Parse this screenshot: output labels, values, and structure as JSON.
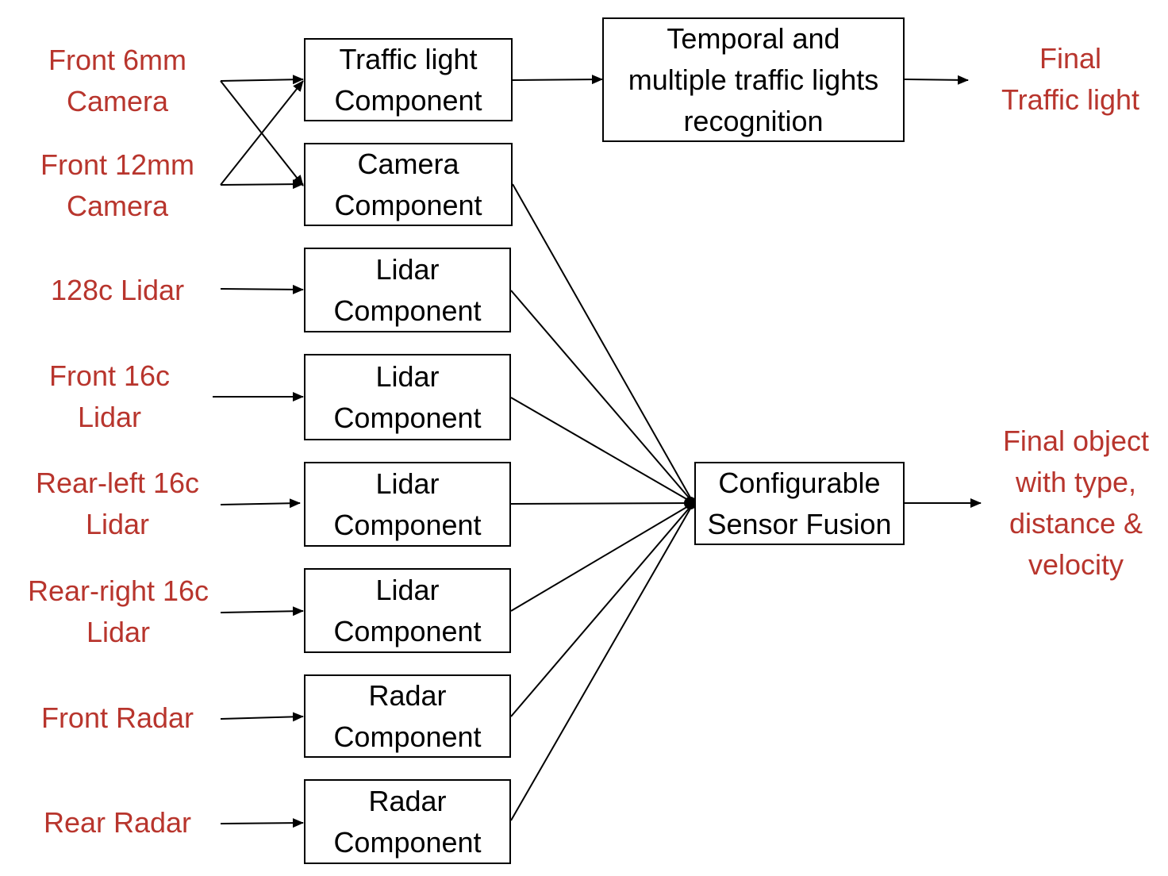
{
  "colors": {
    "source_text": "#b8352d",
    "box_text": "#000000",
    "line": "#000000"
  },
  "sources": {
    "front6": [
      "Front 6mm",
      "Camera"
    ],
    "front12": [
      "Front 12mm",
      "Camera"
    ],
    "lidar128": [
      "128c Lidar"
    ],
    "front16": [
      "Front 16c",
      "Lidar"
    ],
    "rearleft16": [
      "Rear-left 16c",
      "Lidar"
    ],
    "rearright16": [
      "Rear-right 16c",
      "Lidar"
    ],
    "frontradar": [
      "Front Radar"
    ],
    "rearradar": [
      "Rear Radar"
    ]
  },
  "components": {
    "traffic": [
      "Traffic light",
      "Component"
    ],
    "camera": [
      "Camera",
      "Component"
    ],
    "lidar1": [
      "Lidar",
      "Component"
    ],
    "lidar2": [
      "Lidar",
      "Component"
    ],
    "lidar3": [
      "Lidar",
      "Component"
    ],
    "lidar4": [
      "Lidar",
      "Component"
    ],
    "radar1": [
      "Radar",
      "Component"
    ],
    "radar2": [
      "Radar",
      "Component"
    ]
  },
  "temporal": [
    "Temporal and",
    "multiple traffic lights",
    "recognition"
  ],
  "fusion": [
    "Configurable",
    "Sensor Fusion"
  ],
  "outputs": {
    "traffic_light": [
      "Final",
      "Traffic light"
    ],
    "object": [
      "Final object",
      "with type,",
      "distance &",
      "velocity"
    ]
  }
}
